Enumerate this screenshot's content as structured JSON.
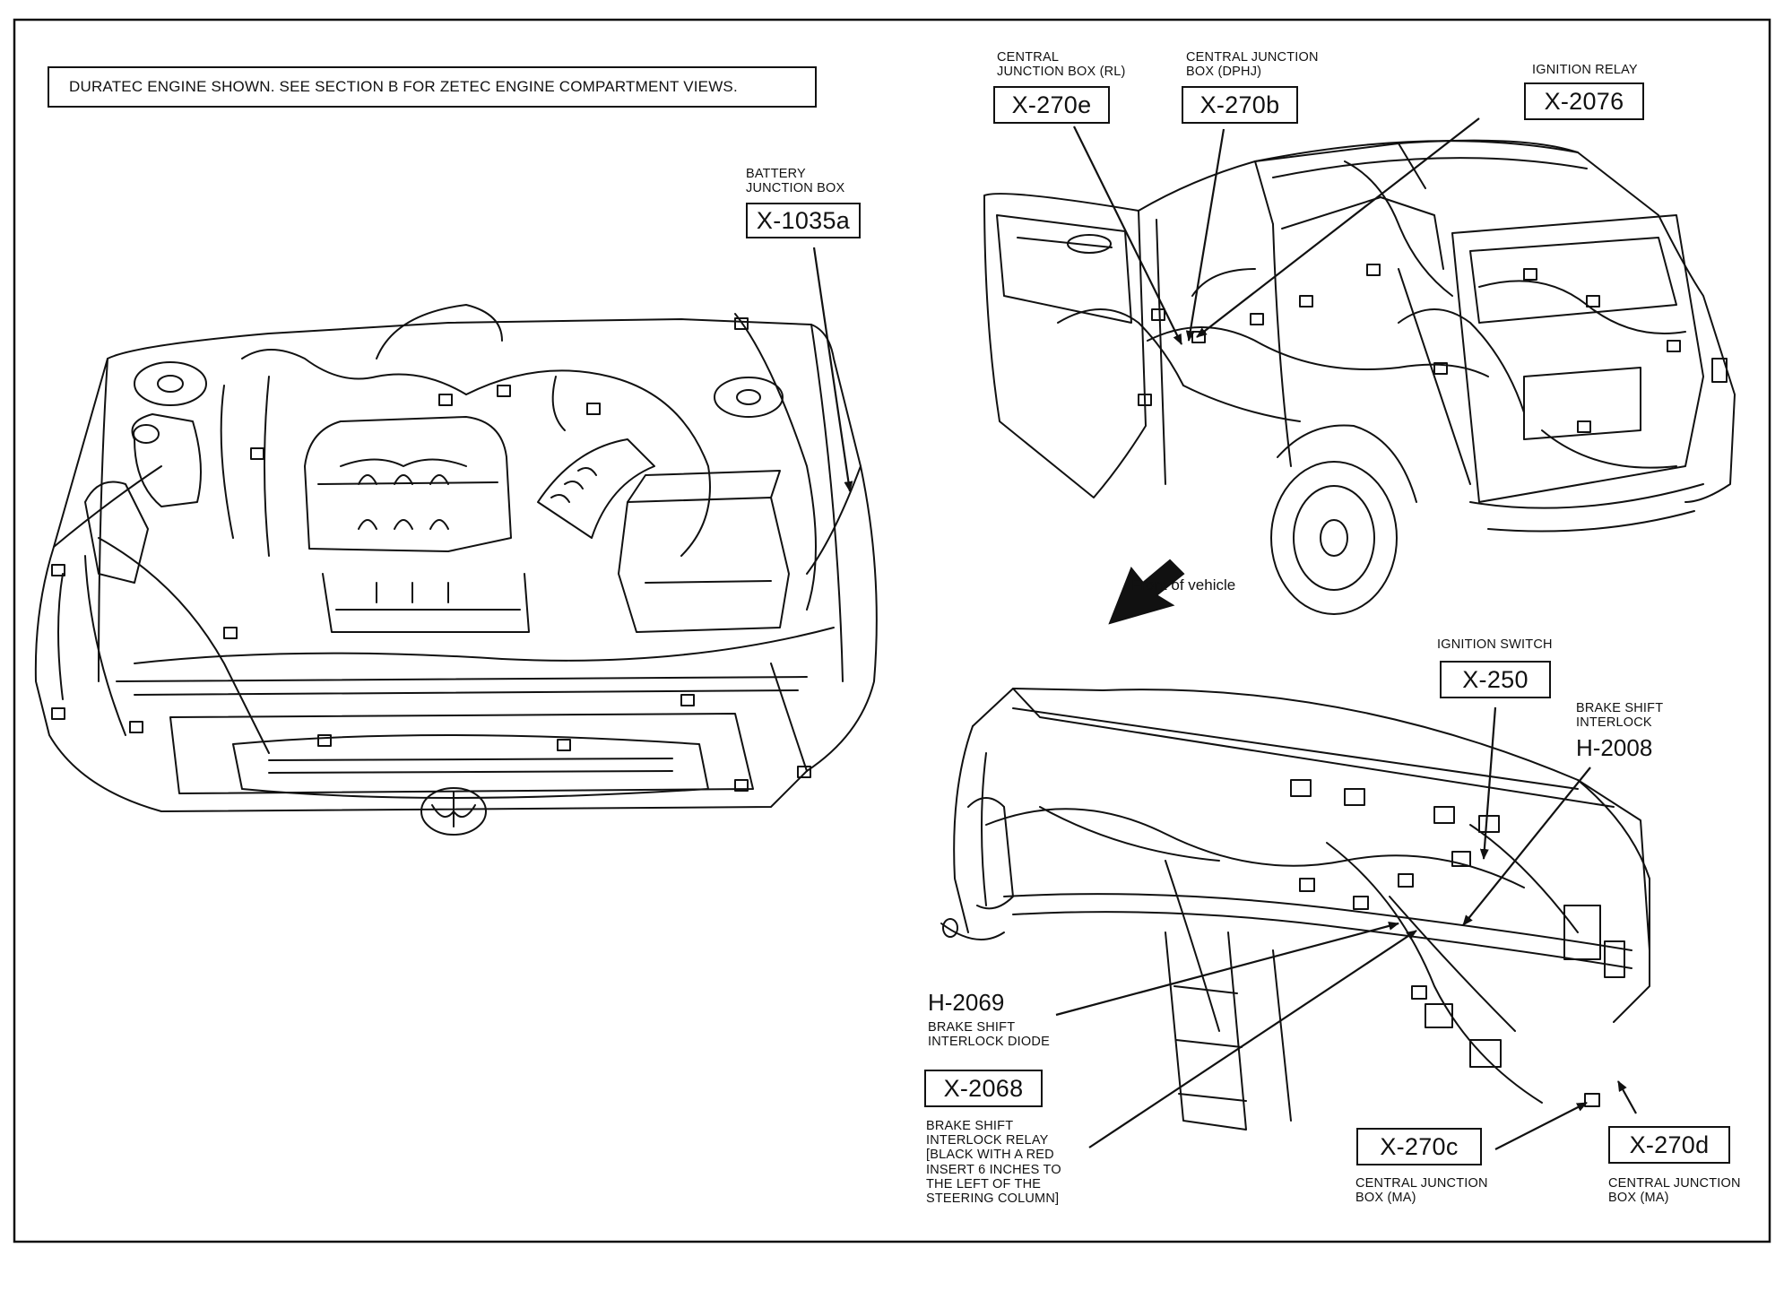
{
  "header_note": "DURATEC ENGINE SHOWN. SEE SECTION B FOR ZETEC ENGINE COMPARTMENT VIEWS.",
  "front_label": "Front of vehicle",
  "callouts": {
    "battery_jb": {
      "desc": [
        "BATTERY",
        "JUNCTION BOX"
      ],
      "code": "X-1035a"
    },
    "cjb_rl": {
      "desc": [
        "CENTRAL",
        "JUNCTION BOX (RL)"
      ],
      "code": "X-270e"
    },
    "cjb_dphj": {
      "desc": [
        "CENTRAL JUNCTION",
        "BOX (DPHJ)"
      ],
      "code": "X-270b"
    },
    "ign_relay": {
      "desc": [
        "IGNITION RELAY"
      ],
      "code": "X-2076"
    },
    "ign_switch": {
      "desc": [
        "IGNITION SWITCH"
      ],
      "code": "X-250"
    },
    "brake_interlock": {
      "desc": [
        "BRAKE SHIFT",
        "INTERLOCK"
      ],
      "code": "H-2008"
    },
    "interlock_diode": {
      "code": "H-2069",
      "desc": [
        "BRAKE SHIFT",
        "INTERLOCK DIODE"
      ]
    },
    "interlock_relay": {
      "code": "X-2068",
      "desc": [
        "BRAKE SHIFT",
        "INTERLOCK RELAY",
        "[BLACK WITH A RED",
        "INSERT 6 INCHES TO",
        "THE LEFT OF THE",
        "STEERING COLUMN]"
      ]
    },
    "cjb_ma_c": {
      "code": "X-270c",
      "desc": [
        "CENTRAL JUNCTION",
        "BOX (MA)"
      ]
    },
    "cjb_ma_d": {
      "code": "X-270d",
      "desc": [
        "CENTRAL JUNCTION",
        "BOX (MA)"
      ]
    }
  }
}
